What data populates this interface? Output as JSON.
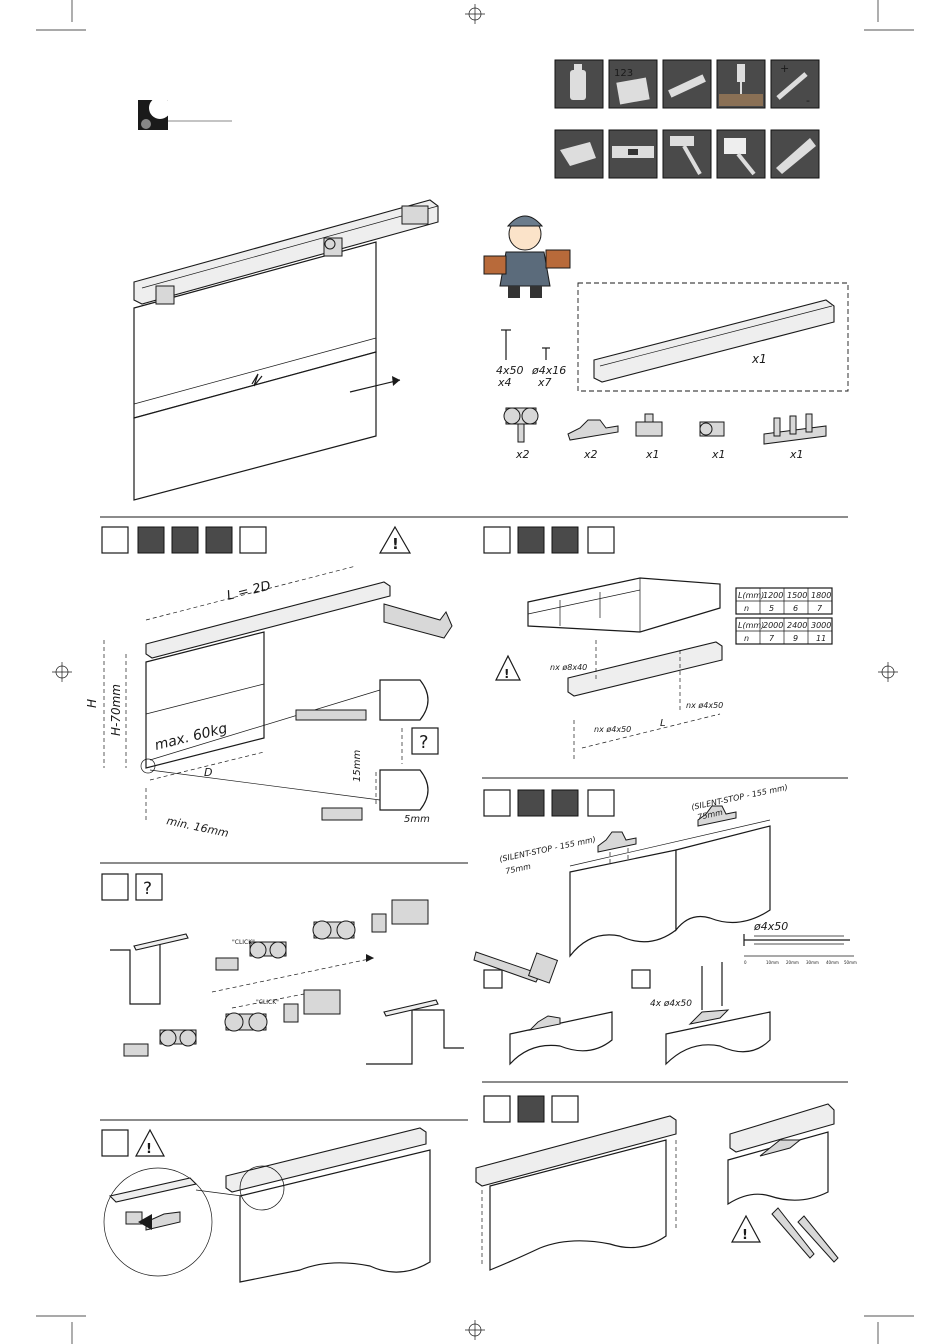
{
  "kit": {
    "screw_long": {
      "size": "4x50",
      "qty": "x4"
    },
    "screw_short": {
      "size": "ø4x16",
      "qty": "x7"
    },
    "rail_qty": "x1",
    "parts_qty": [
      "x2",
      "x2",
      "x1",
      "x1",
      "x1"
    ]
  },
  "step1": {
    "length_label": "L = 2D",
    "height_label": "H",
    "rail_height_label": "H-70mm",
    "max_weight": "max. 60kg",
    "width_label": "D",
    "min_gap": "min. 16mm",
    "gap_15": "15mm",
    "gap_5": "5mm",
    "question": "?"
  },
  "step2": {
    "anchor_label": "nx ø8x40",
    "screw_label_top": "nx ø4x50",
    "screw_label_bottom": "nx ø4x50",
    "length_label": "L",
    "table1": {
      "header": [
        "L(mm)",
        "1200",
        "1500",
        "1800"
      ],
      "row": [
        "n",
        "5",
        "6",
        "7"
      ]
    },
    "table2": {
      "header": [
        "L(mm)",
        "2000",
        "2400",
        "3000"
      ],
      "row": [
        "n",
        "7",
        "9",
        "11"
      ]
    }
  },
  "step3": {
    "silent_stop_left": "(SILENT-STOP - 155 mm)",
    "offset_left": "75mm",
    "silent_stop_right": "(SILENT-STOP - 155 mm)",
    "offset_right": "75mm",
    "screw_detail": "ø4x50",
    "ruler_ticks": [
      "0",
      "10mm",
      "20mm",
      "30mm",
      "40mm",
      "50mm"
    ],
    "screw_count": "4x ø4x50"
  },
  "step4": {
    "click_label_1": "\"CLICK\"",
    "click_label_2": "\"CLICK\"",
    "question": "?"
  },
  "warning_symbol": "!"
}
